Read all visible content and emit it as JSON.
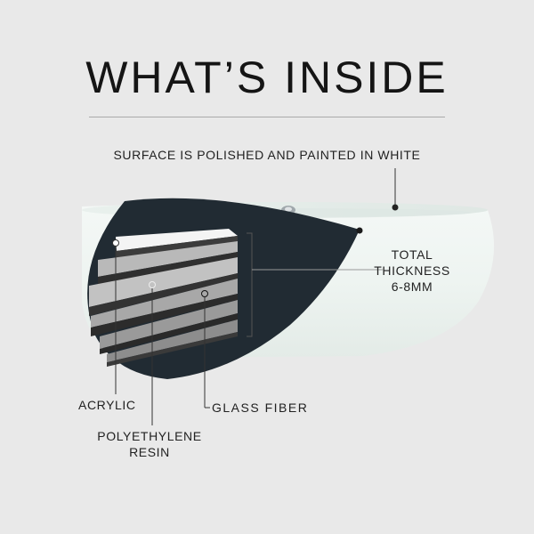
{
  "title": "WHAT’S  INSIDE",
  "labels": {
    "surface": "SURFACE IS POLISHED AND PAINTED IN WHITE",
    "thickness_line1": "TOTAL",
    "thickness_line2": "THICKNESS",
    "thickness_line3": "6-8MM",
    "acrylic": "ACRYLIC",
    "glass_fiber": "GLASS  FIBER",
    "poly_line1": "POLYETHYLENE",
    "poly_line2": "RESIN"
  },
  "colors": {
    "background": "#e9e9e9",
    "tub": "#eef4f1",
    "cutaway": "#212b33"
  }
}
